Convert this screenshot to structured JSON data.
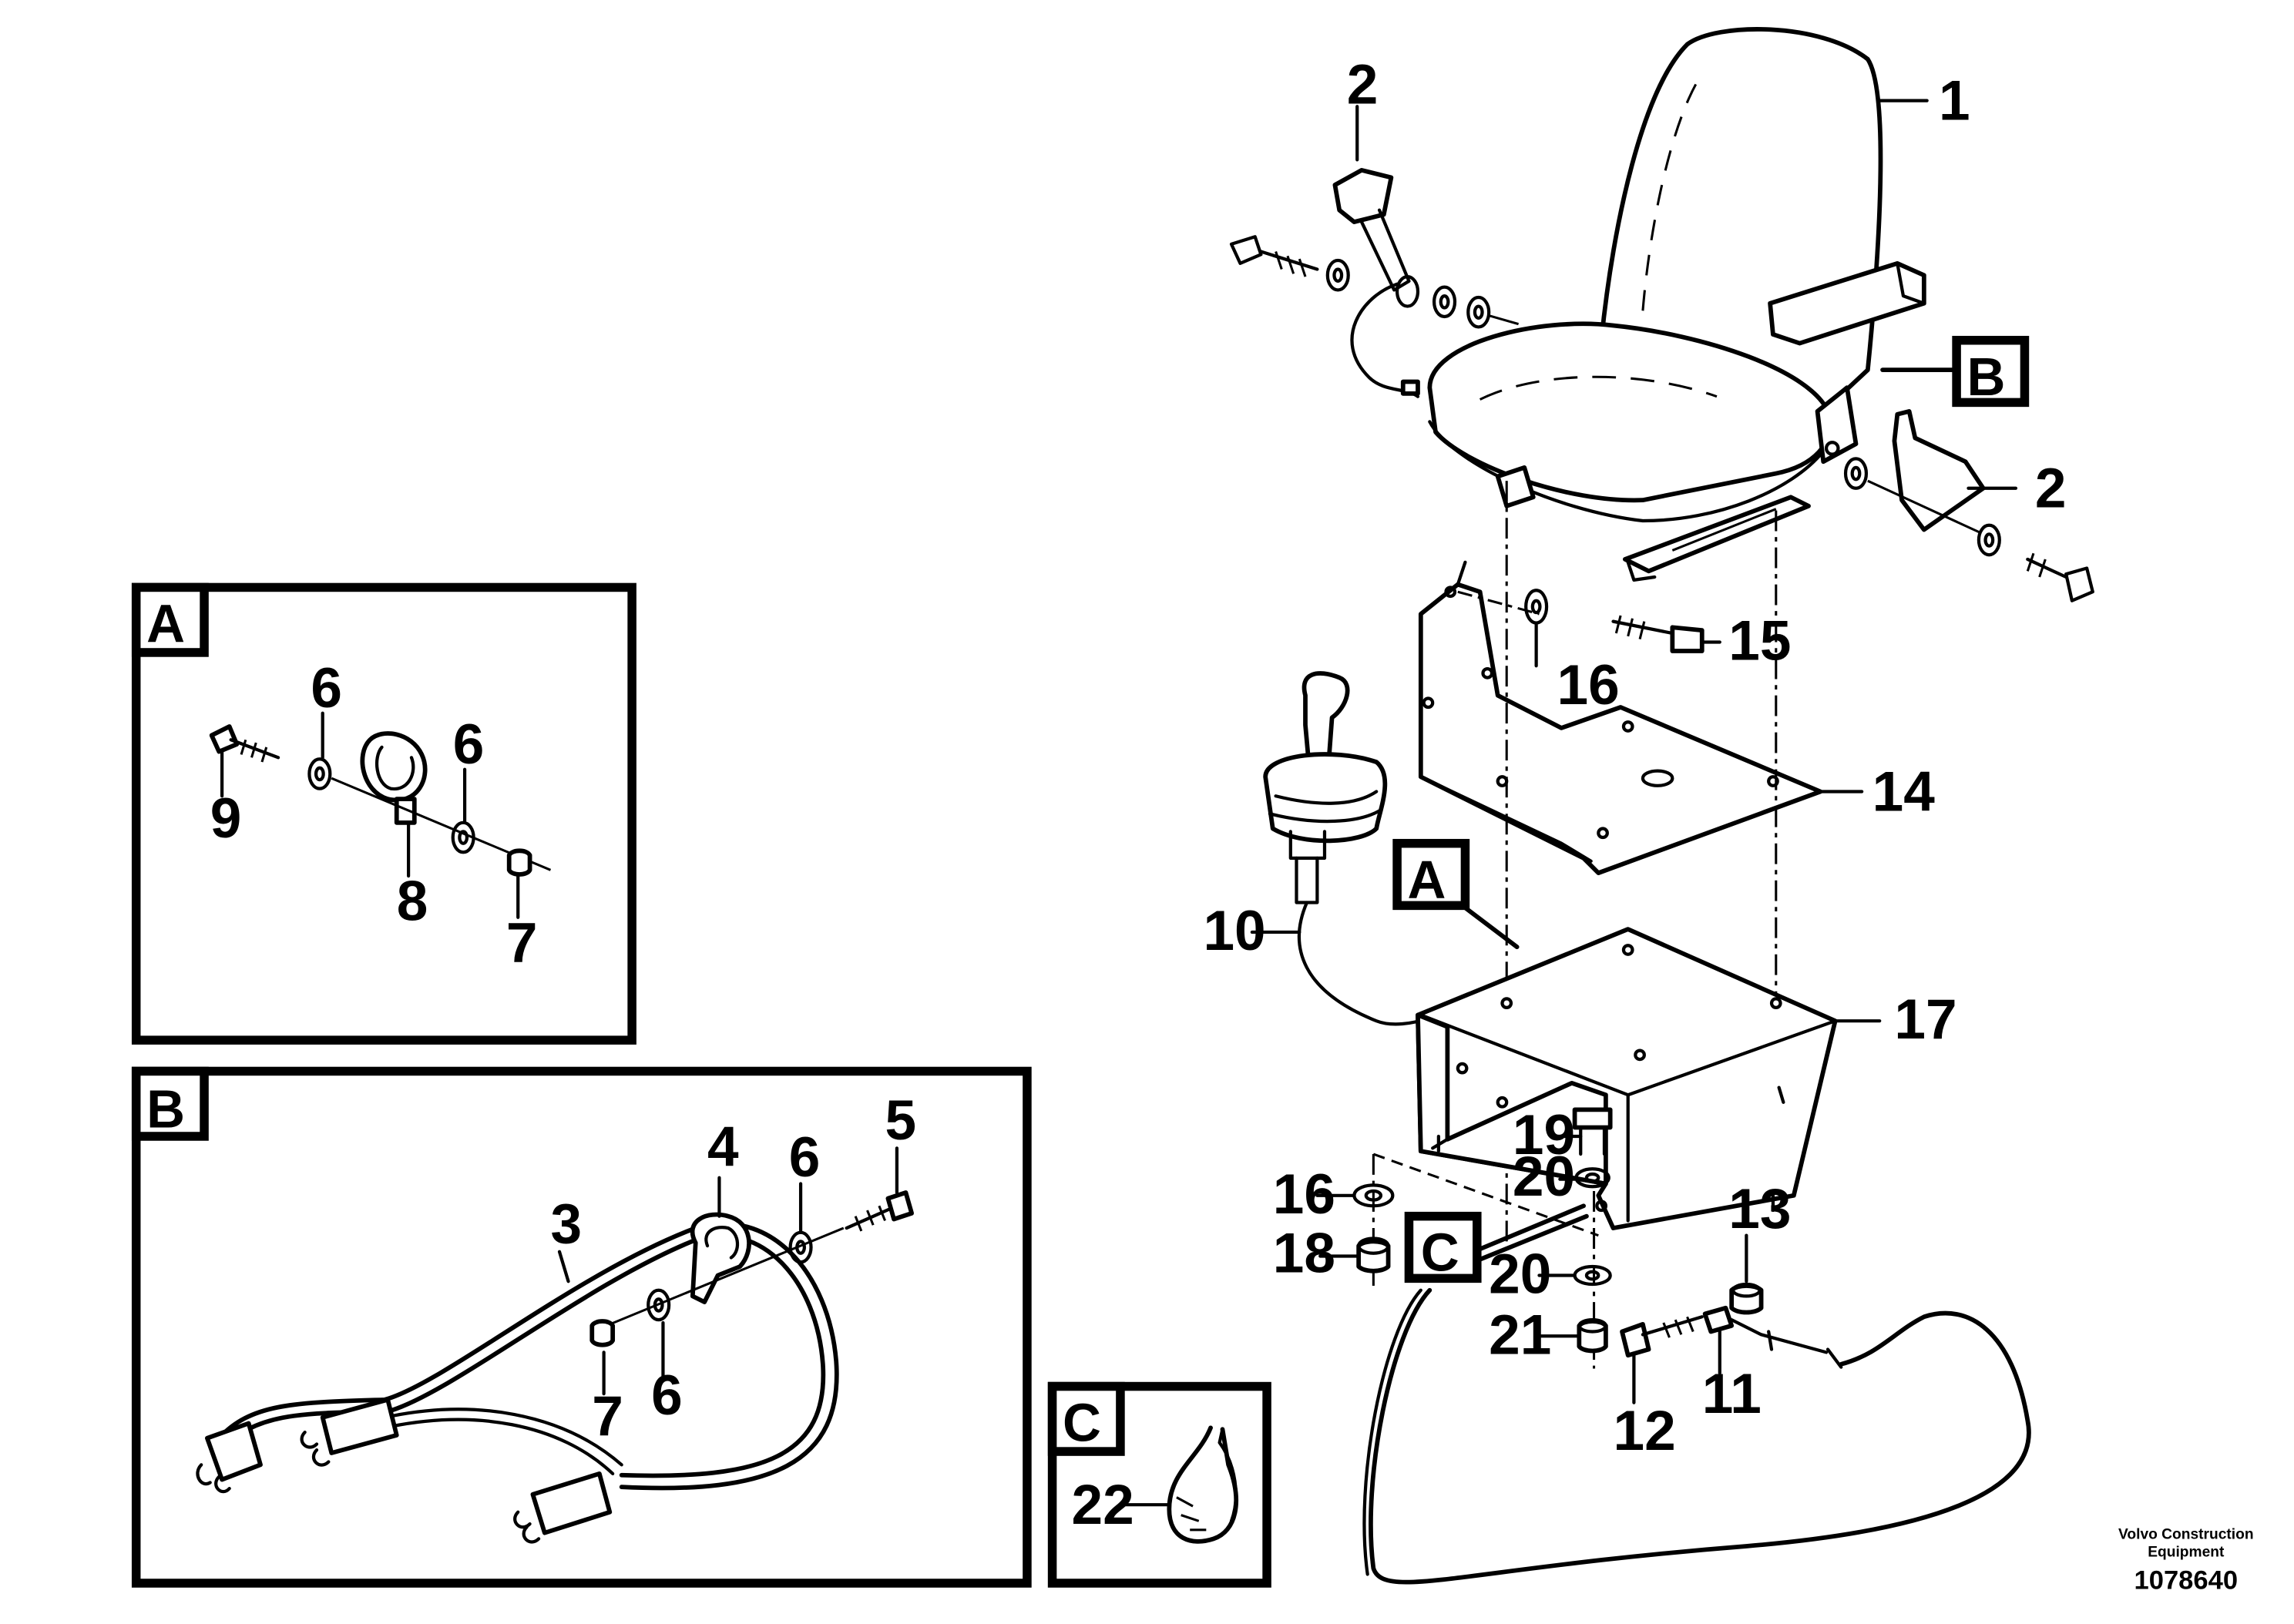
{
  "callouts": {
    "c1": "1",
    "c2a": "2",
    "c2b": "2",
    "c10": "10",
    "c13": "13",
    "c14": "14",
    "c15": "15",
    "c16a": "16",
    "c16b": "16",
    "c17": "17",
    "c18": "18",
    "c19": "19",
    "c20a": "20",
    "c20b": "20",
    "c21": "21",
    "c12": "12",
    "c11": "11"
  },
  "detail_tags": {
    "a": "A",
    "b": "B",
    "c": "C"
  },
  "detail_a": {
    "c6a": "6",
    "c6b": "6",
    "c9": "9",
    "c8": "8",
    "c7": "7"
  },
  "detail_b": {
    "c3": "3",
    "c4": "4",
    "c5": "5",
    "c6a": "6",
    "c6b": "6",
    "c7": "7"
  },
  "detail_c": {
    "c22": "22"
  },
  "footer": {
    "brand_line1": "Volvo Construction",
    "brand_line2": "Equipment",
    "drawing_number": "1078640"
  }
}
